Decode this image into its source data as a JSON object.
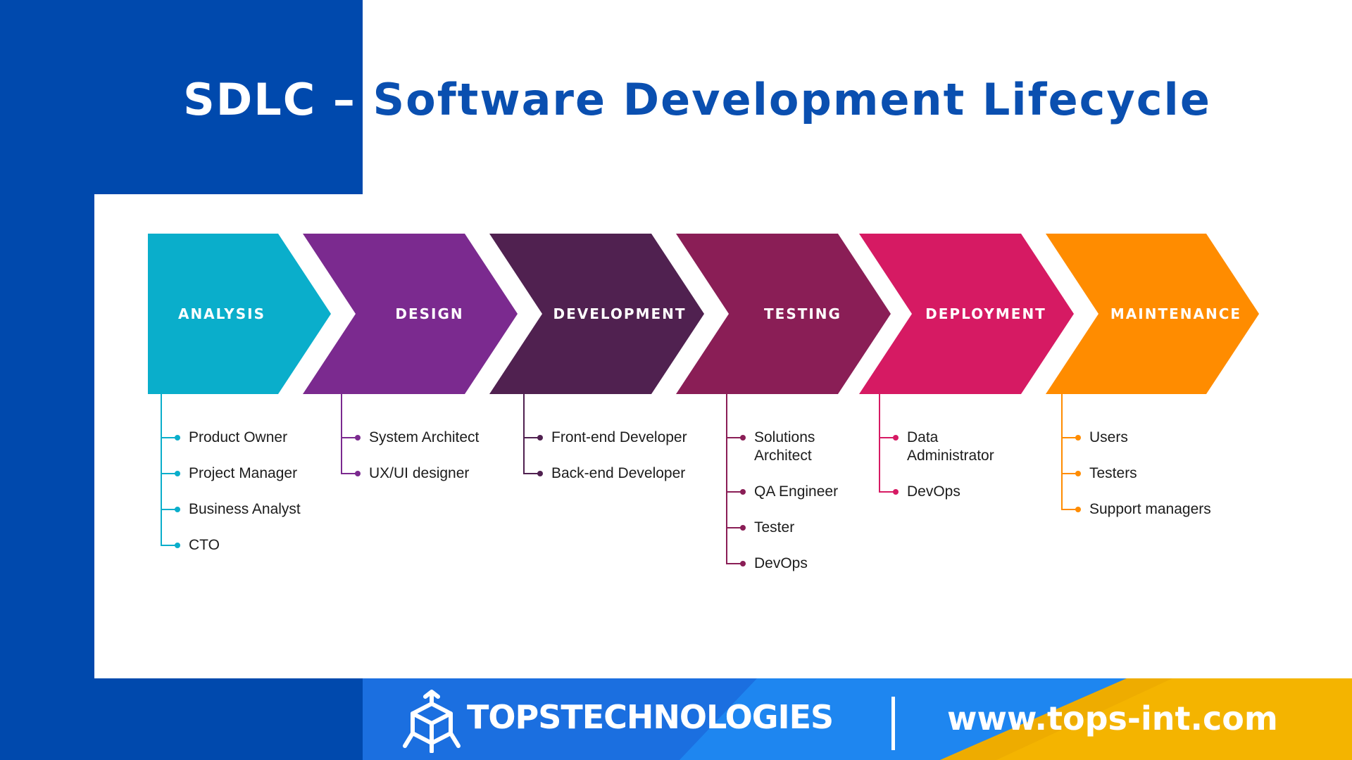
{
  "title": {
    "part1": "SDLC",
    "dash": "–",
    "part2": "Software Development Lifecycle"
  },
  "phases": [
    {
      "label": "ANALYSIS",
      "color": "#0aaecb",
      "roles": [
        "Product Owner",
        "Project Manager",
        "Business Analyst",
        "CTO"
      ]
    },
    {
      "label": "DESIGN",
      "color": "#7b2a8f",
      "roles": [
        "System Architect",
        "UX/UI designer"
      ]
    },
    {
      "label": "DEVELOPMENT",
      "color": "#502150",
      "roles": [
        "Front-end Developer",
        "Back-end Developer"
      ]
    },
    {
      "label": "TESTING",
      "color": "#8a1e56",
      "roles": [
        "Solutions Architect",
        "QA Engineer",
        "Tester",
        "DevOps"
      ]
    },
    {
      "label": "DEPLOYMENT",
      "color": "#d61a63",
      "roles": [
        "Data Administrator",
        "DevOps"
      ]
    },
    {
      "label": "MAINTENANCE",
      "color": "#ff8c00",
      "roles": [
        "Users",
        "Testers",
        "Support managers"
      ]
    }
  ],
  "footer": {
    "brand": "TOPSTECHNOLOGIES",
    "url": "www.tops-int.com",
    "logo_icon": "cube-arrows-icon"
  },
  "colors": {
    "brand_blue": "#0049ad",
    "footer_blue": "#1e7ee8",
    "footer_yellow": "#f4b400"
  }
}
